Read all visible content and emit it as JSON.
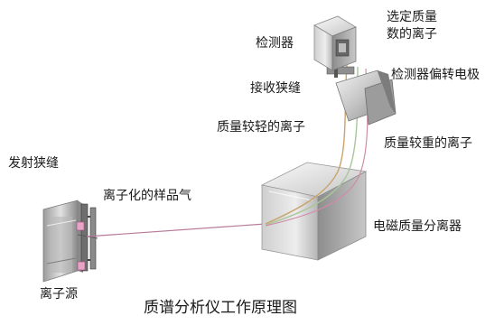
{
  "diagram": {
    "caption": "质谱分析仪工作原理图",
    "labels": {
      "selected_ion_line1": "选定质量",
      "selected_ion_line2": "数的离子",
      "detector": "检测器",
      "receiving_slit": "接收狭缝",
      "detector_deflection_electrode": "检测器偏转电极",
      "lighter_ions": "质量较轻的离子",
      "heavier_ions": "质量较重的离子",
      "emission_slit": "发射狭缝",
      "ionized_sample_gas": "离子化的样品气",
      "em_mass_separator": "电磁质量分离器",
      "ion_source": "离子源"
    }
  }
}
